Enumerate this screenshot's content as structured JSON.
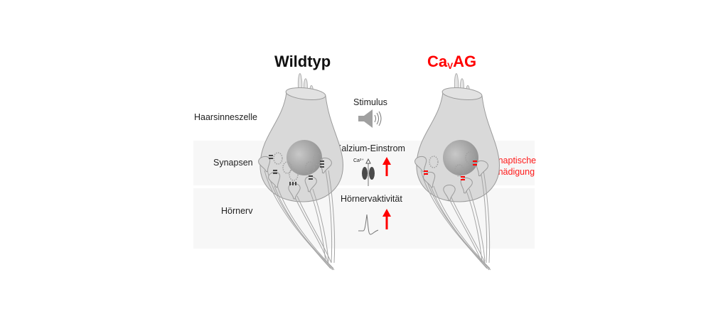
{
  "columns": {
    "wildtype": {
      "title": "Wildtyp"
    },
    "mutant": {
      "title_main": "Ca",
      "title_sub": "V",
      "title_suffix": "AG",
      "color": "#ff0000"
    }
  },
  "rows": {
    "hair_cell": "Haarsinneszelle",
    "synapses": "Synapsen",
    "nerve": "Hörnerv"
  },
  "center": {
    "stimulus": {
      "label": "Stimulus",
      "icon": "speaker-icon"
    },
    "calcium": {
      "label": "Kalzium-Einstrom",
      "ion_label": "Ca²⁺",
      "icon": "calcium-channel-icon",
      "change": "increase"
    },
    "nerve_activity": {
      "label": "Hörnervaktivität",
      "icon": "action-potential-icon",
      "change": "increase"
    }
  },
  "annotation": {
    "line1": "Synaptische",
    "line2": "Schädigung",
    "color": "#ff1a1a"
  },
  "colors": {
    "cell": "#d9d9d9",
    "outline": "#9a9a9a",
    "arrow": "#ff0000",
    "band": "#f7f7f7"
  }
}
